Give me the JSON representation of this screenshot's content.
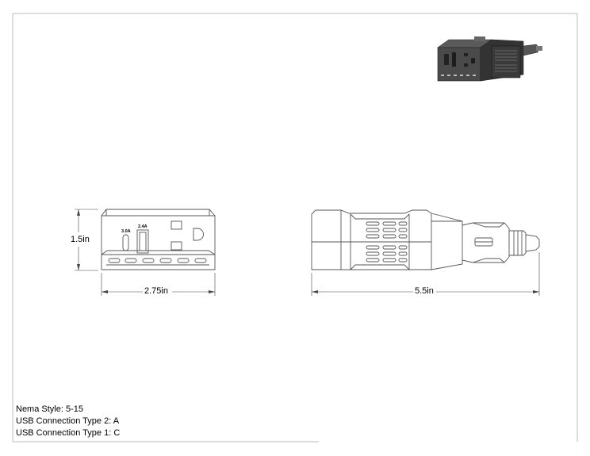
{
  "dimensions": {
    "front_height": "1.5in",
    "front_width": "2.75in",
    "side_length": "5.5in"
  },
  "port_labels": {
    "usb_c": "3.0A",
    "usb_a": "2.4A"
  },
  "notes": [
    "Nema Style: 5-15",
    "USB Connection Type 2: A",
    "USB Connection Type 1: C"
  ]
}
